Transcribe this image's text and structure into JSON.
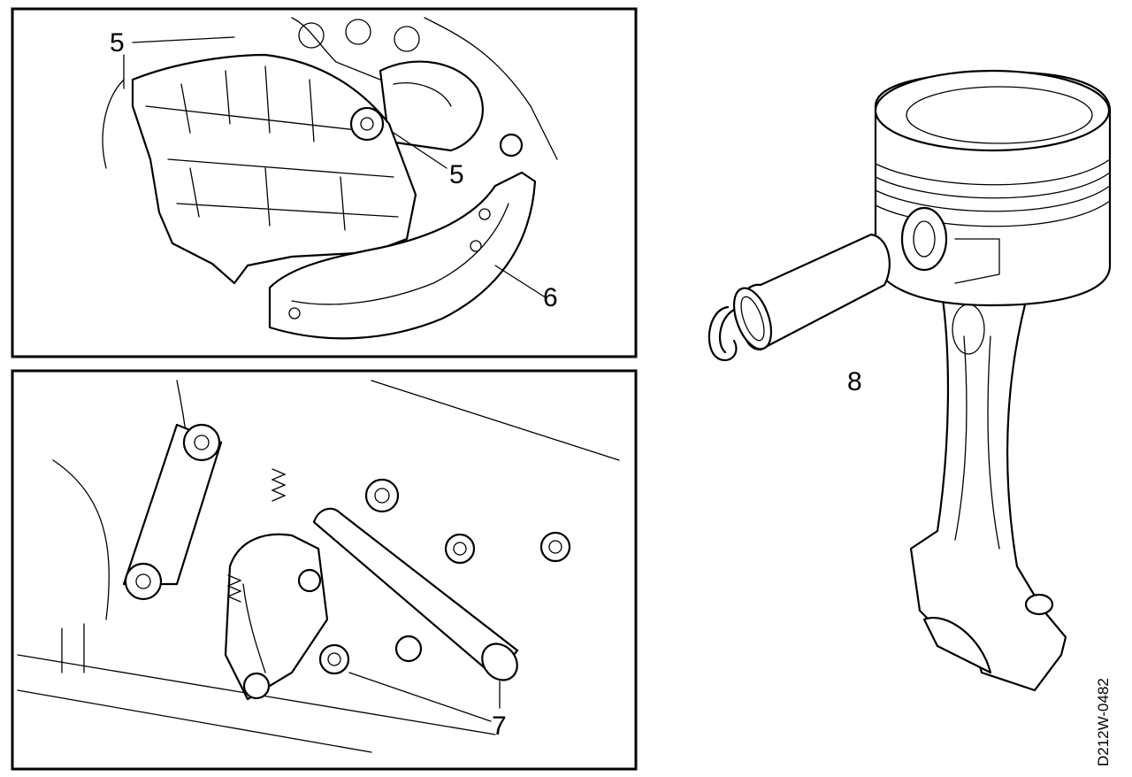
{
  "callouts": {
    "oil_pan_top": "5",
    "oil_pan_right": "5",
    "baffle_plate": "6",
    "bearing_cap_nut": "7",
    "piston_pin": "8"
  },
  "reference_code": "D212W-0482",
  "colors": {
    "ink": "#000000",
    "paper": "#ffffff"
  }
}
